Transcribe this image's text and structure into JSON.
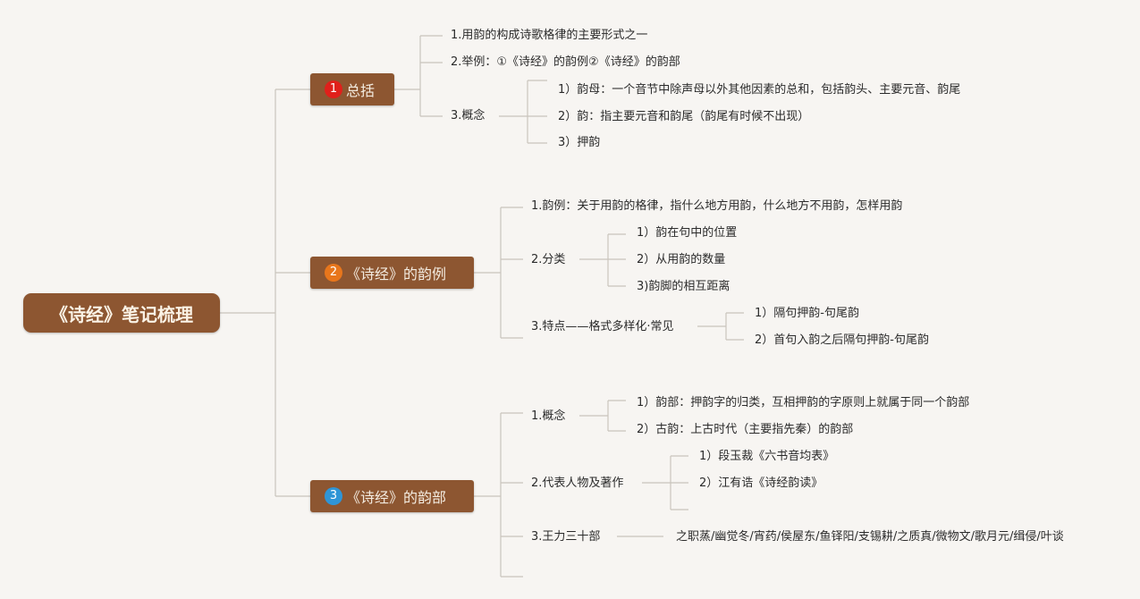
{
  "root": {
    "title": "《诗经》笔记梳理"
  },
  "branches": [
    {
      "number": "1",
      "number_color": "#e0201b",
      "label": "总括",
      "children": [
        {
          "label": "1.用韵的构成诗歌格律的主要形式之一"
        },
        {
          "label": "2.举例：①《诗经》的韵例②《诗经》的韵部"
        },
        {
          "label": "3.概念",
          "children": [
            {
              "label": "1）韵母：一个音节中除声母以外其他因素的总和，包括韵头、主要元音、韵尾"
            },
            {
              "label": "2）韵：指主要元音和韵尾（韵尾有时候不出现）"
            },
            {
              "label": "3）押韵"
            }
          ]
        }
      ]
    },
    {
      "number": "2",
      "number_color": "#e8761c",
      "label": "《诗经》的韵例",
      "children": [
        {
          "label": "1.韵例：关于用韵的格律，指什么地方用韵，什么地方不用韵，怎样用韵"
        },
        {
          "label": "2.分类",
          "children": [
            {
              "label": "1）韵在句中的位置"
            },
            {
              "label": "2）从用韵的数量"
            },
            {
              "label": "3)韵脚的相互距离"
            }
          ]
        },
        {
          "label": "3.特点——格式多样化·常见",
          "children": [
            {
              "label": "1）隔句押韵-句尾韵"
            },
            {
              "label": "2）首句入韵之后隔句押韵-句尾韵"
            }
          ]
        }
      ]
    },
    {
      "number": "3",
      "number_color": "#2f95d6",
      "label": "《诗经》的韵部",
      "children": [
        {
          "label": "1.概念",
          "children": [
            {
              "label": "1）韵部：押韵字的归类，互相押韵的字原则上就属于同一个韵部"
            },
            {
              "label": "2）古韵：上古时代（主要指先秦）的韵部"
            }
          ]
        },
        {
          "label": "2.代表人物及著作",
          "children": [
            {
              "label": "1）段玉裁《六书音均表》"
            },
            {
              "label": "2）江有诰《诗经韵读》"
            }
          ]
        },
        {
          "label": "3.王力三十部",
          "children": [
            {
              "label": "之职蒸/幽觉冬/宵药/侯屋东/鱼铎阳/支锡耕/之质真/微物文/歌月元/缉侵/叶谈"
            }
          ]
        }
      ]
    }
  ]
}
